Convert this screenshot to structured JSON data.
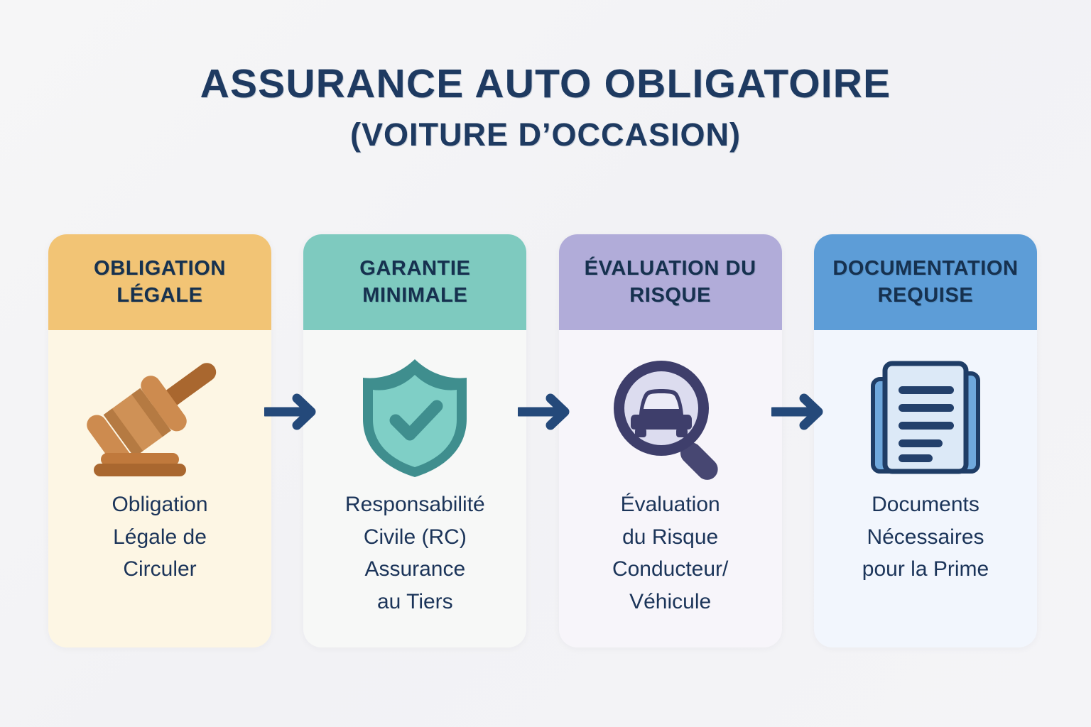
{
  "title": {
    "main": "ASSURANCE AUTO OBLIGATOIRE",
    "sub": "(VOITURE D’OCCASION)"
  },
  "colors": {
    "page_background": "#f4f4f6",
    "title_text": "#1e3a61",
    "arrow": "#24497a",
    "card1_header": "#f2c475",
    "card1_body": "#fdf6e4",
    "card2_header": "#7ecabf",
    "card2_body": "#f7f8f7",
    "card3_header": "#b1acd9",
    "card3_body": "#f7f5fa",
    "card4_header": "#5d9dd7",
    "card4_body": "#f2f6fd"
  },
  "steps": [
    {
      "header": "OBLIGATION LÉGALE",
      "icon": "gavel-icon",
      "caption": "Obligation\nLégale de\nCirculer"
    },
    {
      "header": "GARANTIE MINIMALE",
      "icon": "shield-check-icon",
      "caption": "Responsabilité\nCivile (RC)\nAssurance\nau Tiers"
    },
    {
      "header": "ÉVALUATION DU RISQUE",
      "icon": "magnifier-car-icon",
      "caption": "Évaluation\ndu Risque\nConducteur/\nVéhicule"
    },
    {
      "header": "DOCUMENTATION REQUISE",
      "icon": "documents-icon",
      "caption": "Documents\nNécessaires\npour la Prime"
    }
  ],
  "connectors": [
    {
      "name": "arrow-step1-step2"
    },
    {
      "name": "arrow-step2-step3"
    },
    {
      "name": "arrow-step3-step4"
    }
  ]
}
